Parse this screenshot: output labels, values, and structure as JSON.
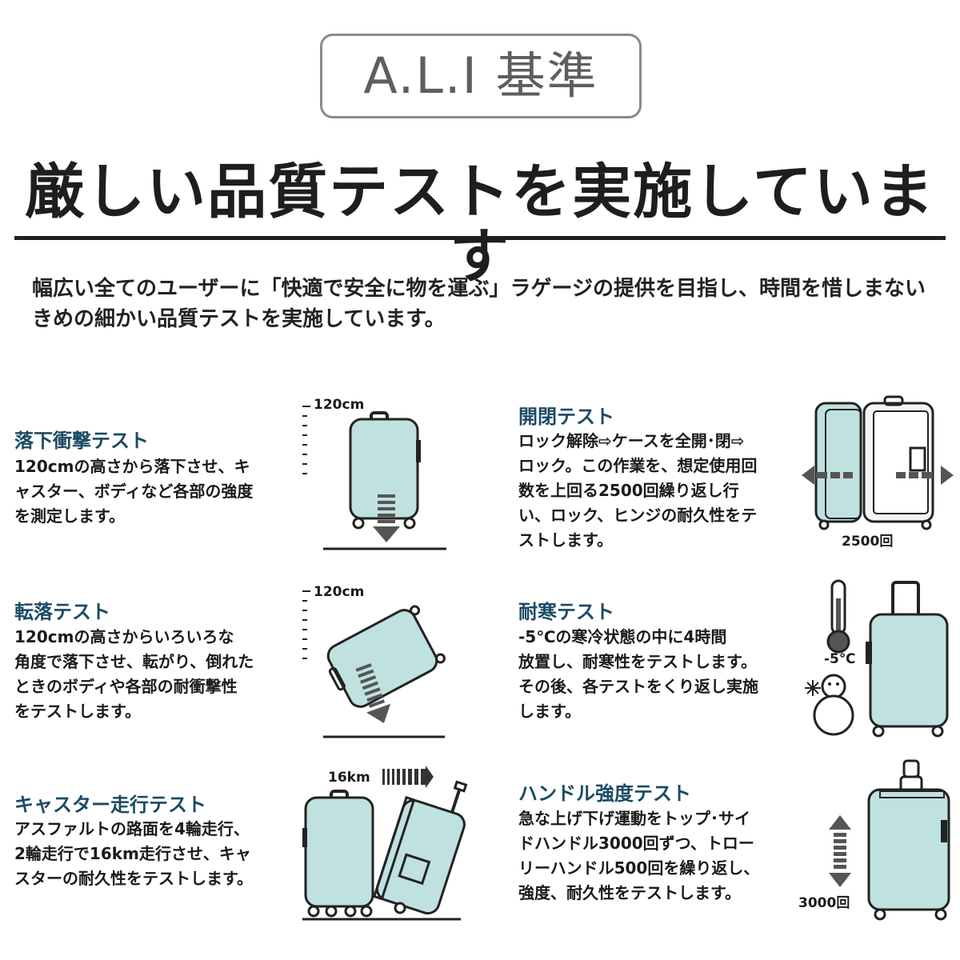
{
  "badge": {
    "text": "A.L.I 基準"
  },
  "headline": "厳しい品質テストを実施しています",
  "intro": {
    "line1": "幅広い全てのユーザーに「快適で安全に物を運ぶ」ラゲージの提供を目指し、時間を惜しまない",
    "line2": "きめの細かい品質テストを実施しています。"
  },
  "tests": {
    "drop": {
      "title": "落下衝撃テスト",
      "lines": [
        "120cmの高さから落下させ、キ",
        "ャスター、ボディなど各部の強度",
        "を測定します。"
      ],
      "height_label": "120cm"
    },
    "tumble": {
      "title": "転落テスト",
      "lines": [
        "120cmの高さからいろいろな",
        "角度で落下させ、転がり、倒れた",
        "ときのボディや各部の耐衝撃性",
        "をテストします。"
      ],
      "height_label": "120cm"
    },
    "caster": {
      "title": "キャスター走行テスト",
      "lines": [
        "アスファルトの路面を4輪走行、",
        "2輪走行で16km走行させ、キャ",
        "スターの耐久性をテストします。"
      ],
      "distance_label": "16km"
    },
    "open_close": {
      "title": "開閉テスト",
      "lines": [
        "ロック解除⇨ケースを全開･閉⇨",
        "ロック。この作業を、想定使用回",
        "数を上回る2500回繰り返し行",
        "い、ロック、ヒンジの耐久性をテ",
        "ストします。"
      ],
      "count_label": "2500回"
    },
    "cold": {
      "title": "耐寒テスト",
      "lines": [
        "-5℃の寒冷状態の中に4時間",
        "放置し、耐寒性をテストします。",
        "その後、各テストをくり返し実施",
        "します。"
      ],
      "temp_label": "-5℃"
    },
    "handle": {
      "title": "ハンドル強度テスト",
      "lines": [
        "急な上げ下げ運動をトップ･サイ",
        "ドハンドル3000回ずつ、トロー",
        "リーハンドル500回を繰り返し、",
        "強度、耐久性をテストします。"
      ],
      "count_label": "3000回"
    }
  },
  "colors": {
    "suitcase": "#bfe1e0",
    "outline": "#222222",
    "title": "#1b4a63"
  }
}
